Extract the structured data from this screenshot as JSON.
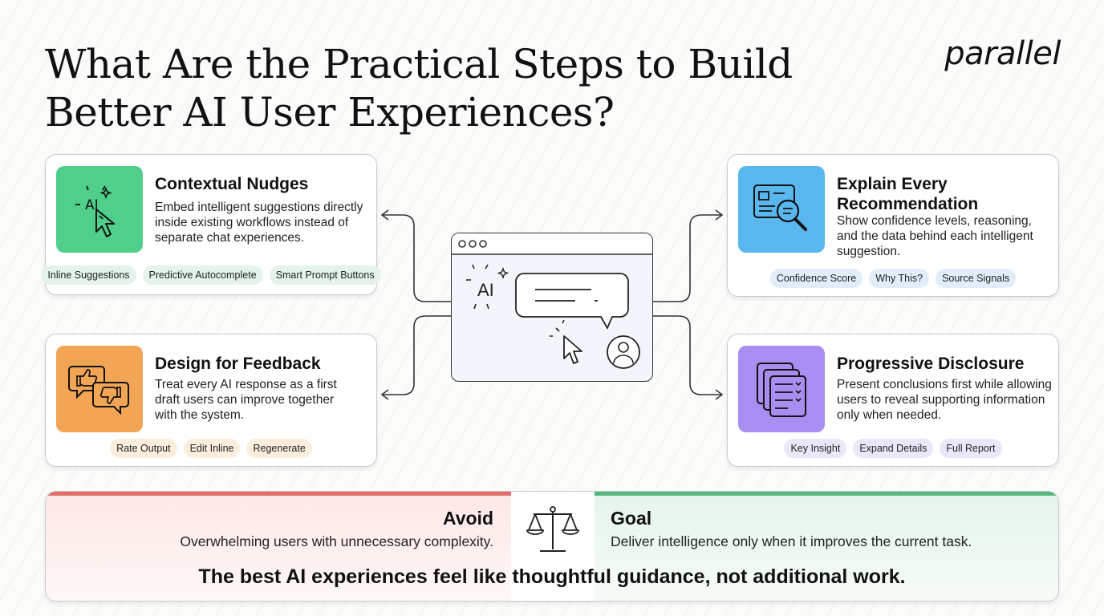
{
  "title_line1": "What Are the Practical Steps to Build",
  "title_line2": "Better AI User Experiences?",
  "brand": "parallel",
  "cards": {
    "contextual": {
      "heading": "Contextual Nudges",
      "text": "Embed intelligent suggestions directly inside existing workflows instead of separate chat experiences.",
      "icon": "ai-cursor-icon",
      "chips": [
        "Inline Suggestions",
        "Predictive Autocomplete",
        "Smart Prompt Buttons"
      ],
      "color": "#4fcf8a"
    },
    "explain": {
      "heading": "Explain Every Recommendation",
      "text": "Show confidence levels, reasoning, and the data behind each intelligent suggestion.",
      "icon": "document-magnifier-icon",
      "chips": [
        "Confidence Score",
        "Why This?",
        "Source Signals"
      ],
      "color": "#5ab7ee"
    },
    "feedback": {
      "heading": "Design for Feedback",
      "text": "Treat every AI response as a first draft users can improve together with the system.",
      "icon": "thumbs-feedback-icon",
      "chips": [
        "Rate Output",
        "Edit Inline",
        "Regenerate"
      ],
      "color": "#f2a555"
    },
    "progressive": {
      "heading": "Progressive Disclosure",
      "text": "Present conclusions first while allowing users to reveal supporting information only when needed.",
      "icon": "stacked-documents-icon",
      "chips": [
        "Key Insight",
        "Expand Details",
        "Full Report"
      ],
      "color": "#a88ef0"
    }
  },
  "center": {
    "ai_label": "AI",
    "icon": "ai-window-icon"
  },
  "bottom": {
    "avoid_title": "Avoid",
    "avoid_text": "Overwhelming users with unnecessary complexity.",
    "goal_title": "Goal",
    "goal_text": "Deliver intelligence only when it improves the current task.",
    "tagline": "The best AI experiences feel like thoughtful guidance, not additional work.",
    "icon": "balance-scale-icon"
  }
}
